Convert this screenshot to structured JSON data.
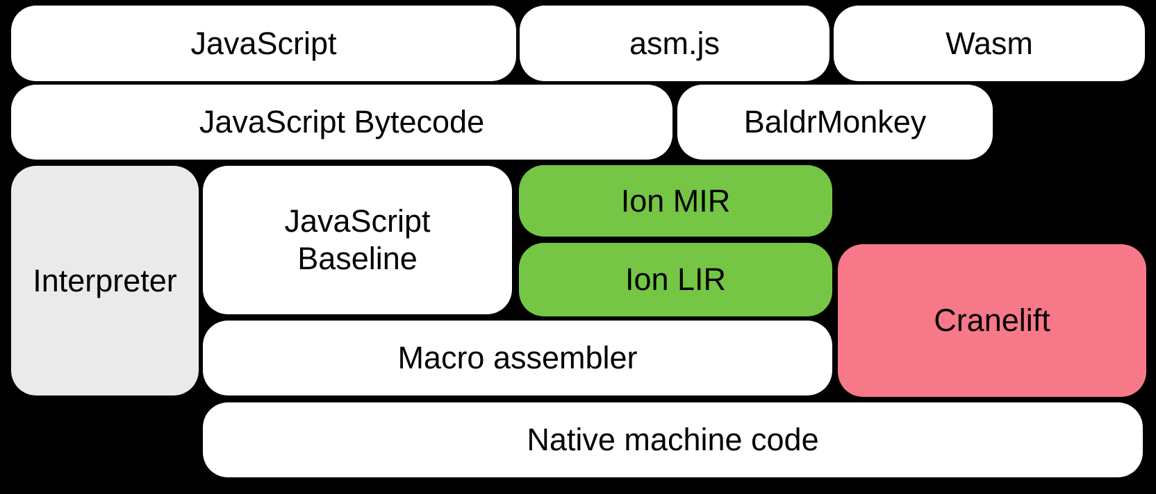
{
  "diagram": {
    "background_color": "#000000",
    "text_color": "#000000",
    "colors": {
      "default_box": "#ffffff",
      "ion_green": "#76c645",
      "cranelift_pink": "#f67889",
      "interpreter_gray": "#eaeaea"
    },
    "boxes": {
      "javascript": {
        "label": "JavaScript",
        "color": "#ffffff"
      },
      "asmjs": {
        "label": "asm.js",
        "color": "#ffffff"
      },
      "wasm": {
        "label": "Wasm",
        "color": "#ffffff"
      },
      "bytecode": {
        "label": "JavaScript Bytecode",
        "color": "#ffffff"
      },
      "baldrmonkey": {
        "label": "BaldrMonkey",
        "color": "#ffffff"
      },
      "interpreter": {
        "label": "Interpreter",
        "color": "#eaeaea"
      },
      "baseline": {
        "label": "JavaScript\nBaseline",
        "color": "#ffffff"
      },
      "ion_mir": {
        "label": "Ion MIR",
        "color": "#76c645"
      },
      "ion_lir": {
        "label": "Ion LIR",
        "color": "#76c645"
      },
      "cranelift": {
        "label": "Cranelift",
        "color": "#f67889"
      },
      "macro_assembler": {
        "label": "Macro assembler",
        "color": "#ffffff"
      },
      "native_machine_code": {
        "label": "Native machine code",
        "color": "#ffffff"
      }
    }
  }
}
